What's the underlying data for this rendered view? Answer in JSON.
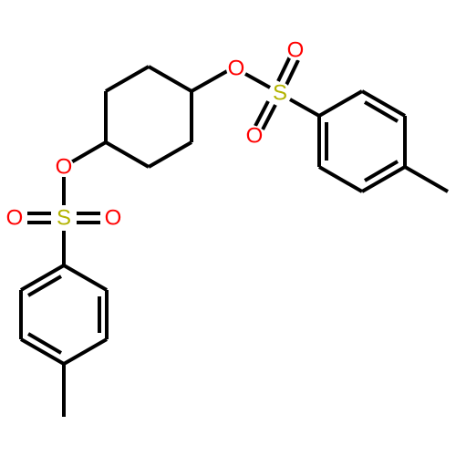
{
  "molecule": {
    "atoms": {
      "o_ester_upper": "O",
      "s_upper": "S",
      "o_upper_top": "O",
      "o_upper_bottom": "O",
      "o_ester_lower": "O",
      "s_lower": "S",
      "o_lower_left": "O",
      "o_lower_right": "O"
    }
  },
  "colors": {
    "bond": "#000000",
    "oxygen": "#ff0000",
    "sulfur": "#b3b300",
    "background": "#ffffff"
  }
}
